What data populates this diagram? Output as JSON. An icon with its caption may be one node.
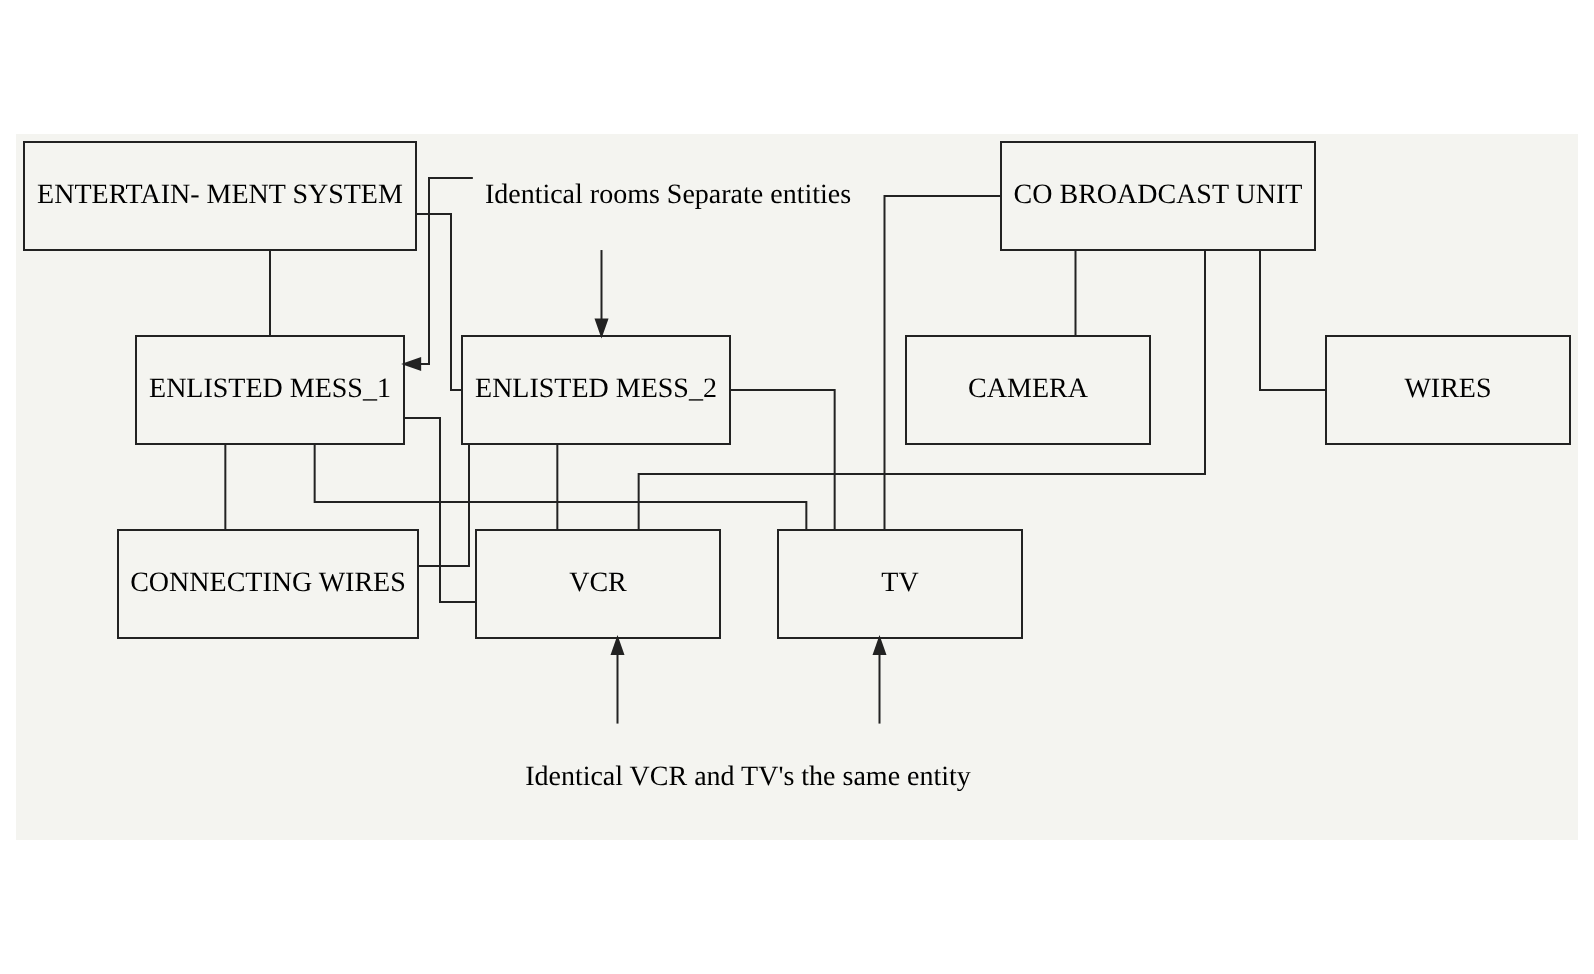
{
  "diagram": {
    "nodes": [
      {
        "text": [
          "ENTERTAIN- MENT SYSTEM"
        ]
      },
      {
        "text": [
          "Identical rooms Separate entities"
        ]
      },
      {
        "text": [
          "CO BROADCAST UNIT"
        ]
      },
      {
        "text": [
          "ENLISTED MESS_1"
        ]
      },
      {
        "text": [
          "ENLISTED MESS_2"
        ]
      },
      {
        "text": [
          "CAMERA"
        ]
      },
      {
        "text": [
          "WIRES"
        ]
      },
      {
        "text": [
          "VCR"
        ]
      },
      {
        "text": [
          "TV"
        ]
      },
      {
        "text": [
          "CONNECTING WIRES"
        ]
      },
      {
        "text": [
          "Identical VCR and TV's the same entity"
        ]
      }
    ],
    "edges": [
      {
        "from": 0,
        "to": 3,
        "arrow": "none"
      },
      {
        "from": 0,
        "to": 4,
        "arrow": "none"
      },
      {
        "from": 1,
        "to": 3,
        "arrow": "to"
      },
      {
        "from": 1,
        "to": 4,
        "arrow": "to"
      },
      {
        "from": 2,
        "to": 5,
        "arrow": "none"
      },
      {
        "from": 2,
        "to": 6,
        "arrow": "none"
      },
      {
        "from": 2,
        "to": 7,
        "arrow": "none"
      },
      {
        "from": 2,
        "to": 8,
        "arrow": "none"
      },
      {
        "from": 3,
        "to": 7,
        "arrow": "none"
      },
      {
        "from": 3,
        "to": 8,
        "arrow": "none"
      },
      {
        "from": 3,
        "to": 9,
        "arrow": "none"
      },
      {
        "from": 4,
        "to": 7,
        "arrow": "none"
      },
      {
        "from": 4,
        "to": 8,
        "arrow": "none"
      },
      {
        "from": 4,
        "to": 9,
        "arrow": "none"
      },
      {
        "from": 10,
        "to": 7,
        "arrow": "to"
      },
      {
        "from": 10,
        "to": 8,
        "arrow": "to"
      }
    ]
  }
}
